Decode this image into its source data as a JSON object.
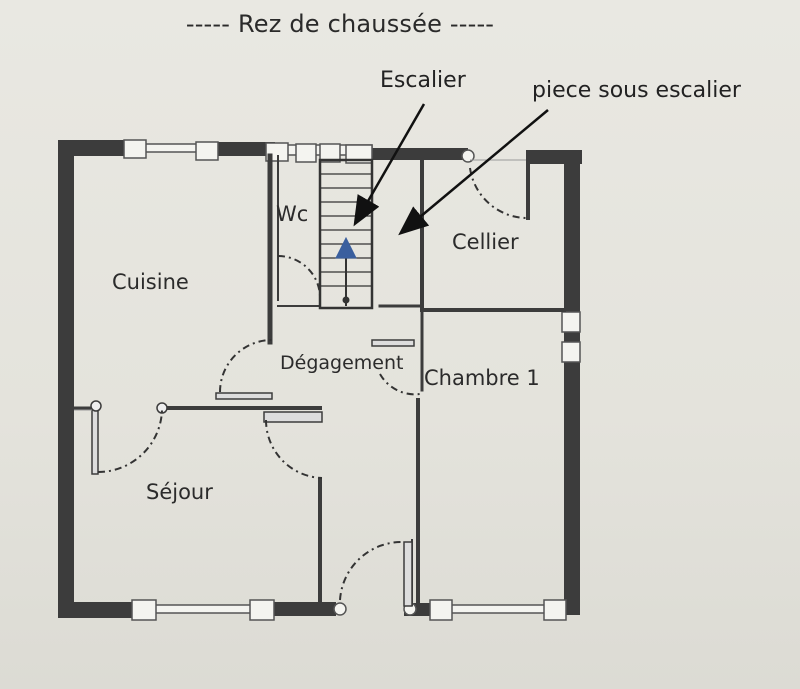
{
  "title": "----- Rez de chaussée -----",
  "annotations": {
    "stairs": "Escalier",
    "under_stairs": "piece sous escalier"
  },
  "rooms": {
    "kitchen": "Cuisine",
    "wc": "Wc",
    "storage": "Cellier",
    "hallway": "Dégagement",
    "bedroom": "Chambre 1",
    "living": "Séjour"
  },
  "colors": {
    "wall": "#3c3c3c",
    "line": "#444444",
    "background": "#e6e5df"
  }
}
